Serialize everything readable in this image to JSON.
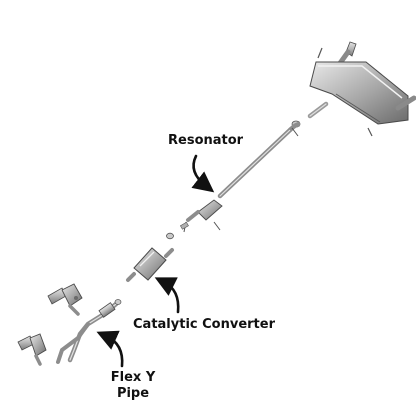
{
  "labels": {
    "resonator": "Resonator",
    "catalytic_converter": "Catalytic Converter",
    "flex_pipe_line1": "Flex Y",
    "flex_pipe_line2": "Pipe"
  },
  "colors": {
    "background": "#ffffff",
    "metal_light": "#d9d9d9",
    "metal_mid": "#a9a9a9",
    "metal_dark": "#6f6f6f",
    "outline": "#4a4a4a",
    "text": "#111111",
    "arrow": "#111111"
  }
}
